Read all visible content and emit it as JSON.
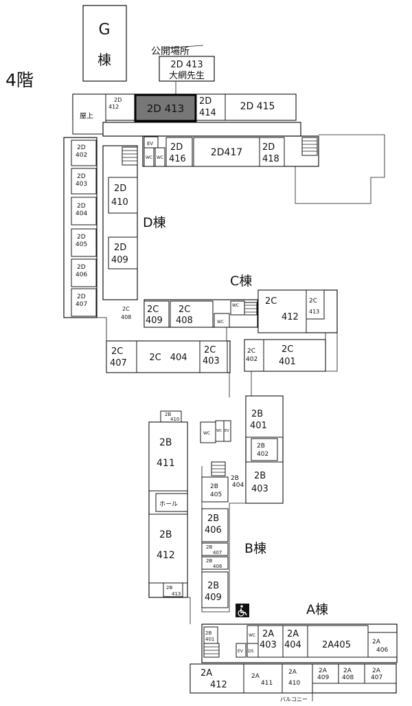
{
  "floor_label": "4階",
  "callout": {
    "title": "公開場所",
    "room": "2D 413",
    "name": "大網先生"
  },
  "buildings": {
    "G": "G",
    "G_suffix": "棟",
    "D": "D棟",
    "C": "C棟",
    "B": "B棟",
    "A": "A棟"
  },
  "misc": {
    "rooftop": "屋上",
    "hall": "ホール",
    "balcony": "バルコニー",
    "ev": "EV",
    "wc": "WC",
    "ds": "DS"
  },
  "rooms": {
    "r2D412": [
      "2D",
      "412"
    ],
    "r2D413": "2D 413",
    "r2D414": [
      "2D",
      "414"
    ],
    "r2D415": "2D 415",
    "r2D416": [
      "2D",
      "416"
    ],
    "r2D417": "2D417",
    "r2D418": [
      "2D",
      "418"
    ],
    "r2D402": [
      "2D",
      "402"
    ],
    "r2D403": [
      "2D",
      "403"
    ],
    "r2D404": [
      "2D",
      "404"
    ],
    "r2D405": [
      "2D",
      "405"
    ],
    "r2D406": [
      "2D",
      "406"
    ],
    "r2D407": [
      "2D",
      "407"
    ],
    "r2D410": [
      "2D",
      "410"
    ],
    "r2D409": [
      "2D",
      "409"
    ],
    "r2C408s": [
      "2C",
      "408"
    ],
    "r2C409": [
      "2C",
      "409"
    ],
    "r2C408": [
      "2C",
      "408"
    ],
    "r2C412": [
      "2C",
      "412"
    ],
    "r2C413": [
      "2C",
      "413"
    ],
    "r2C407": [
      "2C",
      "407"
    ],
    "r2C404": "2C　404",
    "r2C403": [
      "2C",
      "403"
    ],
    "r2C402": [
      "2C",
      "402"
    ],
    "r2C401": [
      "2C",
      "401"
    ],
    "r2B410": [
      "2B",
      "410"
    ],
    "r2B411": [
      "2B",
      "411"
    ],
    "r2B412": [
      "2B",
      "412"
    ],
    "r2B413": [
      "2B",
      "413"
    ],
    "r2B401": [
      "2B",
      "401"
    ],
    "r2B402": [
      "2B",
      "402"
    ],
    "r2B403": [
      "2B",
      "403"
    ],
    "r2B404": [
      "2B",
      "404"
    ],
    "r2B405": [
      "2B",
      "405"
    ],
    "r2B406": [
      "2B",
      "406"
    ],
    "r2B407": [
      "2B",
      "407"
    ],
    "r2B408": [
      "2B",
      "408"
    ],
    "r2B409": [
      "2B",
      "409"
    ],
    "r2B401a": [
      "2B",
      "401"
    ],
    "r2A403": [
      "2A",
      "403"
    ],
    "r2A404": [
      "2A",
      "404"
    ],
    "r2A405": "2A405",
    "r2A406": [
      "2A",
      "406"
    ],
    "r2A412": [
      "2A",
      "412"
    ],
    "r2A411": [
      "2A",
      "411"
    ],
    "r2A410": [
      "2A",
      "410"
    ],
    "r2A409": [
      "2A",
      "409"
    ],
    "r2A408": [
      "2A",
      "408"
    ],
    "r2A407": [
      "2A",
      "407"
    ]
  },
  "icons": {
    "accessible": "wheelchair-icon",
    "pointer": "callout-pointer"
  }
}
